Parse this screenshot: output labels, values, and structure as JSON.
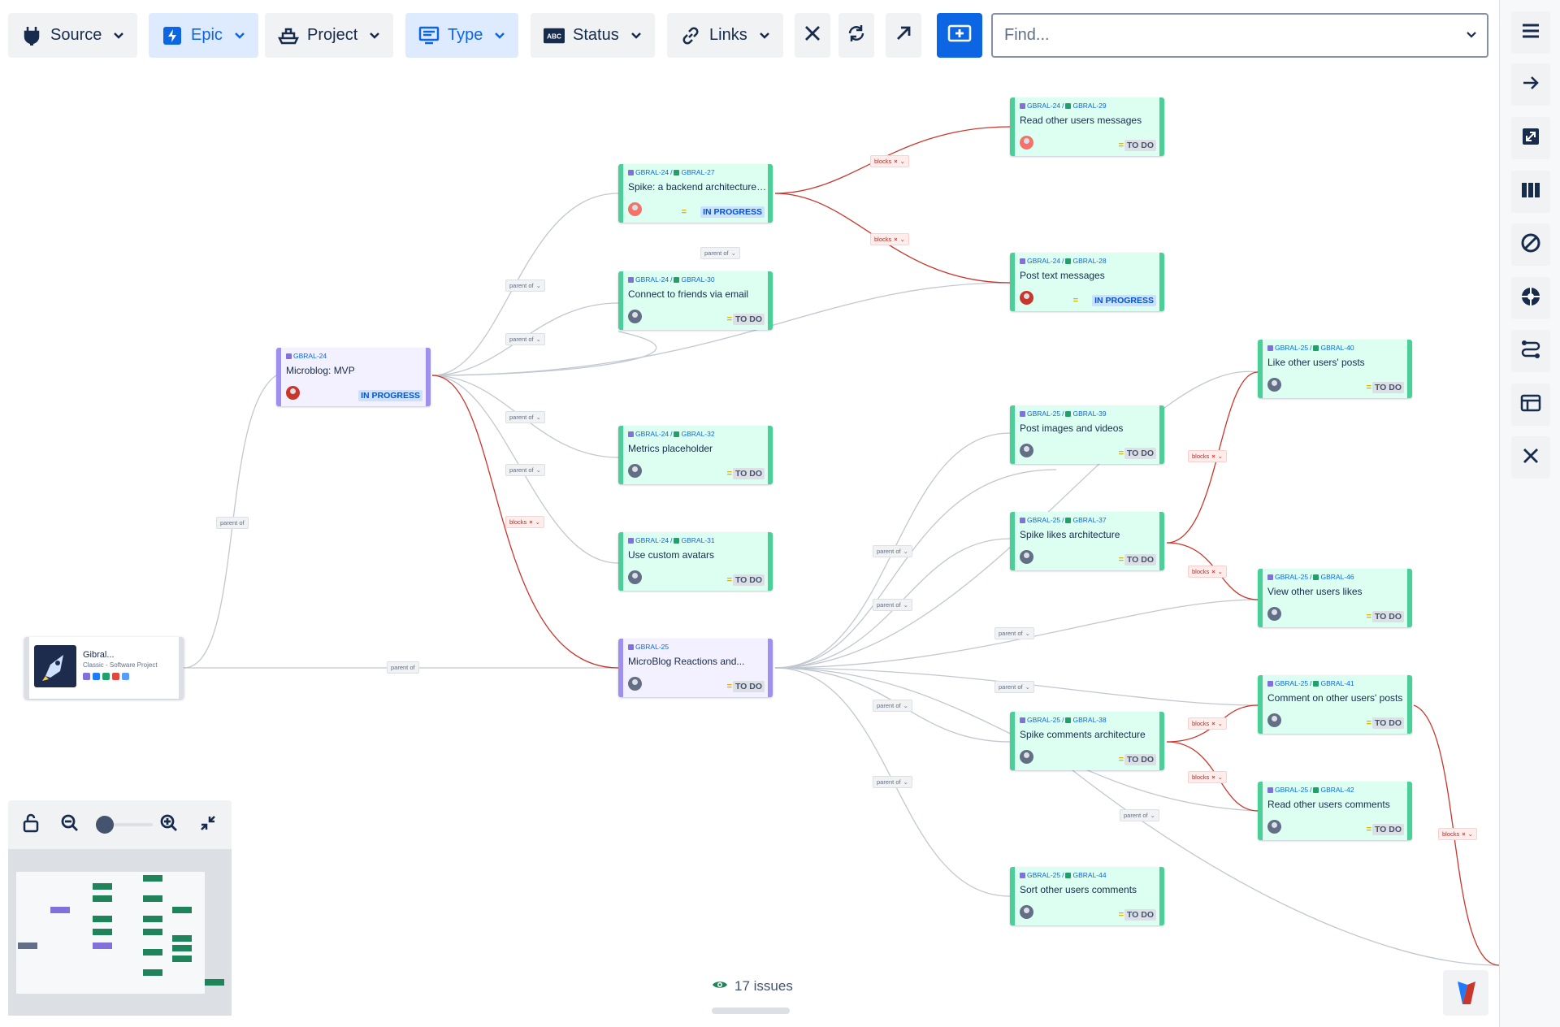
{
  "toolbar": {
    "filters": [
      {
        "label": "Source",
        "icon": "plug-icon",
        "active": false
      },
      {
        "label": "Epic",
        "icon": "lightning-icon",
        "active": true
      },
      {
        "label": "Project",
        "icon": "ship-icon",
        "active": false
      },
      {
        "label": "Type",
        "icon": "monitor-icon",
        "active": true
      },
      {
        "label": "Status",
        "icon": "abc-icon",
        "active": false
      },
      {
        "label": "Links",
        "icon": "link-icon",
        "active": false
      }
    ],
    "actions": [
      "close-icon",
      "refresh-icon",
      "arrow-up-right-icon",
      "add-box-icon"
    ],
    "find_placeholder": "Find..."
  },
  "rail": [
    "menu-icon",
    "arrow-right-icon",
    "expand-icon",
    "columns-icon",
    "ban-icon",
    "aperture-icon",
    "route-icon",
    "layout-icon",
    "close-icon"
  ],
  "project": {
    "name": "Gibral...",
    "subtitle": "Classic - Software Project"
  },
  "nodes": [
    {
      "id": "n24",
      "key": "GBRAL-24",
      "parent": "",
      "title": "Microblog: MVP",
      "status": "IN PROGRESS",
      "epic": true
    },
    {
      "id": "n25",
      "key": "GBRAL-25",
      "parent": "",
      "title": "MicroBlog Reactions and...",
      "status": "TO DO",
      "epic": true
    },
    {
      "id": "n27",
      "key": "GBRAL-27",
      "parent": "GBRAL-24",
      "title": "Spike: a backend architecture f...",
      "status": "IN PROGRESS"
    },
    {
      "id": "n30",
      "key": "GBRAL-30",
      "parent": "GBRAL-24",
      "title": "Connect to friends via email",
      "status": "TO DO"
    },
    {
      "id": "n32",
      "key": "GBRAL-32",
      "parent": "GBRAL-24",
      "title": "Metrics placeholder",
      "status": "TO DO"
    },
    {
      "id": "n31",
      "key": "GBRAL-31",
      "parent": "GBRAL-24",
      "title": "Use custom avatars",
      "status": "TO DO"
    },
    {
      "id": "n29",
      "key": "GBRAL-29",
      "parent": "GBRAL-24",
      "title": "Read other users messages",
      "status": "TO DO"
    },
    {
      "id": "n28",
      "key": "GBRAL-28",
      "parent": "GBRAL-24",
      "title": "Post text messages",
      "status": "IN PROGRESS"
    },
    {
      "id": "n39",
      "key": "GBRAL-39",
      "parent": "GBRAL-25",
      "title": "Post images and videos",
      "status": "TO DO"
    },
    {
      "id": "n37",
      "key": "GBRAL-37",
      "parent": "GBRAL-25",
      "title": "Spike likes architecture",
      "status": "TO DO"
    },
    {
      "id": "n38",
      "key": "GBRAL-38",
      "parent": "GBRAL-25",
      "title": "Spike comments architecture",
      "status": "TO DO"
    },
    {
      "id": "n44",
      "key": "GBRAL-44",
      "parent": "GBRAL-25",
      "title": "Sort other users comments",
      "status": "TO DO"
    },
    {
      "id": "n40",
      "key": "GBRAL-40",
      "parent": "GBRAL-25",
      "title": "Like other users' posts",
      "status": "TO DO"
    },
    {
      "id": "n46",
      "key": "GBRAL-46",
      "parent": "GBRAL-25",
      "title": "View other users likes",
      "status": "TO DO"
    },
    {
      "id": "n41",
      "key": "GBRAL-41",
      "parent": "GBRAL-25",
      "title": "Comment on other users' posts",
      "status": "TO DO"
    },
    {
      "id": "n42",
      "key": "GBRAL-42",
      "parent": "GBRAL-25",
      "title": "Read other users comments",
      "status": "TO DO"
    }
  ],
  "link_labels": {
    "parent": "parent of",
    "blocks": "blocks"
  },
  "footer": {
    "issues_count": "17 issues"
  }
}
